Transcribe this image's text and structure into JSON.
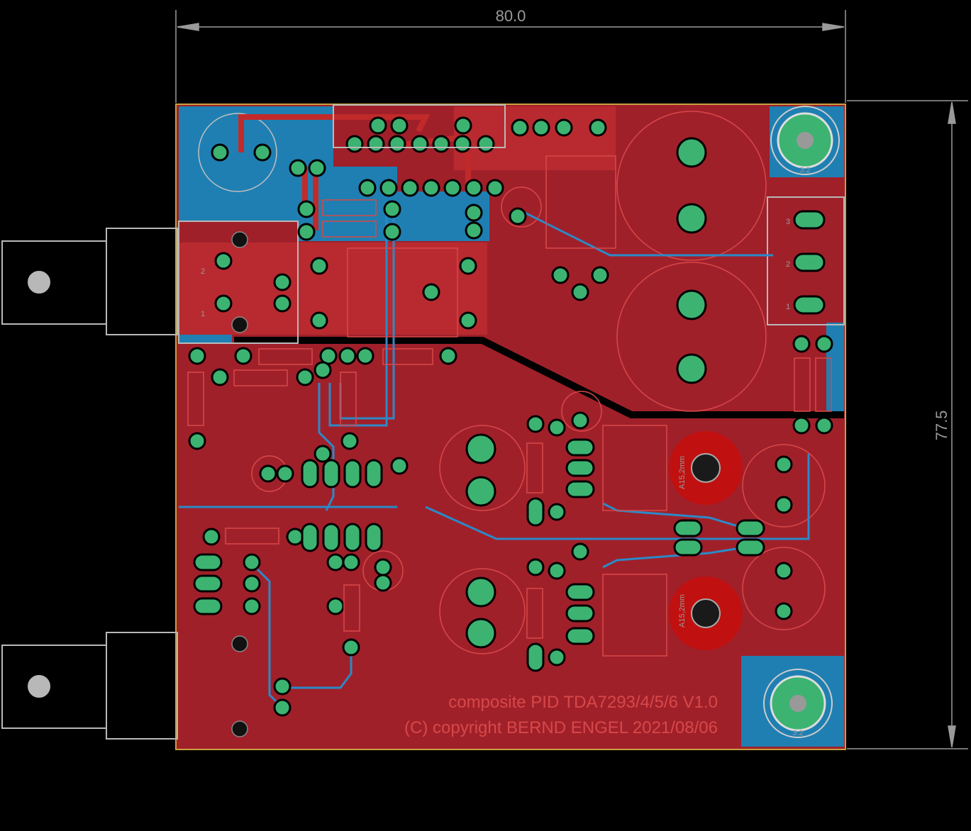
{
  "dimensions": {
    "width_label": "80.0",
    "height_label": "77.5"
  },
  "silkscreen": {
    "line1": "composite PID TDA7293/4/5/6 V1.0",
    "line2": "(C) copyright BERND ENGEL 2021/08/06"
  },
  "mount_hole_label": "3.2",
  "connector_pins": [
    "1",
    "2",
    "3"
  ],
  "input_pins": [
    "1",
    "2"
  ],
  "pot_labels": [
    "A15,2mm",
    "A15,2mm"
  ],
  "colors": {
    "background": "#000000",
    "top_copper": "#a0202a",
    "bottom_copper": "#1f7fb2",
    "pad": "#3cb371",
    "outline": "#b8b8b8",
    "board_edge": "#c8a040"
  }
}
